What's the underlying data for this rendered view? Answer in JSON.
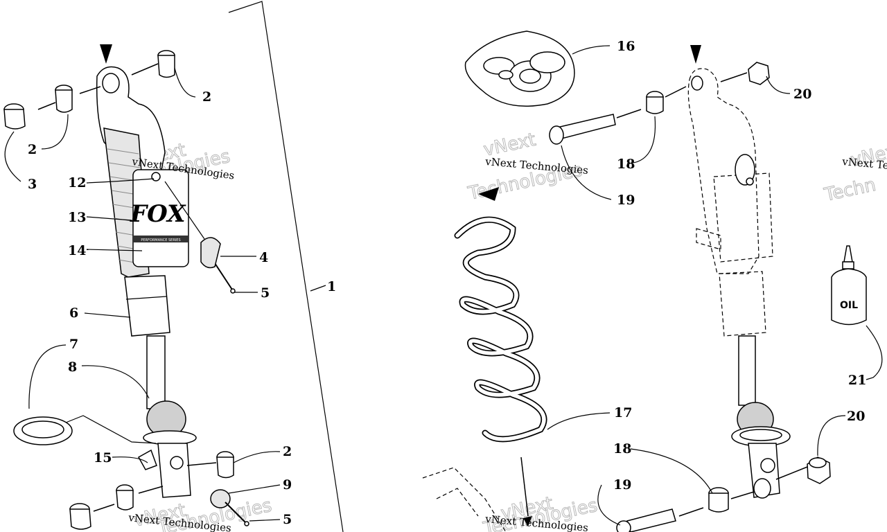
{
  "callouts": {
    "c1": "1",
    "c2a": "2",
    "c2b": "2",
    "c2c": "2",
    "c3": "3",
    "c4": "4",
    "c5a": "5",
    "c5b": "5",
    "c6": "6",
    "c7": "7",
    "c8": "8",
    "c9": "9",
    "c12": "12",
    "c13": "13",
    "c14": "14",
    "c15": "15",
    "c16": "16",
    "c17": "17",
    "c18a": "18",
    "c18b": "18",
    "c19a": "19",
    "c19b": "19",
    "c20a": "20",
    "c20b": "20",
    "c21": "21"
  },
  "labels": {
    "oil_bottle": "OIL",
    "shock_brand": "FOX",
    "reservoir_band": "PERFORMANCE SERIES"
  },
  "watermarks": {
    "w1": "vNext Technologies",
    "w2": "vNext Technologies",
    "w3": "vNext Technologies",
    "w4": "vNext Technologies",
    "w5": "vNext Te"
  },
  "watermarks_outline": {
    "o1": "vNext",
    "o2": "Technologies",
    "o3": "vNext",
    "o4": "Technologies",
    "o5": "vNext",
    "o6": "Techn",
    "o7": "vNext",
    "o8": "Technologies",
    "o9": "vNext",
    "o10": "Technologies"
  }
}
